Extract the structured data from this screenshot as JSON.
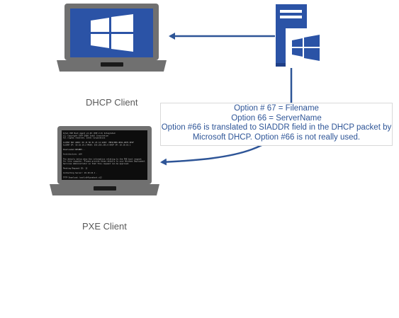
{
  "labels": {
    "dhcp_client": "DHCP Client",
    "pxe_client": "PXE Client"
  },
  "options": [
    "Option # 67 = Filename",
    "Option 66 = ServerName",
    "Option #66 is translated to SIADDR field in the DHCP packet by",
    "Microsoft DHCP. Option #66 is not really used."
  ],
  "terminal_lines": [
    "Intel PXE Boot Agent v2.40 (PXE 2.0) Integrated",
    "(C) Copyright 1997-2000 Intel Corporation",
    "All rights reserved. Intel Corporation",
    "",
    "CLIENT MAC ADDR: 00 15 5D 01 A5 12  GUID: 7BE2C0B0-4D9A-4B7D-9E4F",
    "CLIENT IP: 10.10.10.2  MASK: 255.255.255.0  DHCP IP: 10.10.10.1",
    "",
    "Downloaded WDSNBP...",
    "",
    "Architecture: x64",
    "",
    "The details below show the information relating to the PXE boot request",
    "for this computer. Please provide these details to your Windows Deployment",
    "Services Administrator so that this request can be approved.",
    "",
    "Pending Request ID: 12",
    "",
    "Contacting Server: 10.10.10.1 .",
    "",
    "TFTP Download: boot\\x64\\pxeboot.n12"
  ],
  "icons": {
    "dhcp_client": "windows-laptop-icon",
    "server": "windows-server-icon",
    "pxe_client": "terminal-laptop-icon"
  },
  "colors": {
    "laptop_frame": "#707070",
    "windows_screen": "#2b53a6",
    "server_body": "#2b53a6",
    "arrow": "#2e5597",
    "label_text": "#595959",
    "option_text": "#2e5597"
  }
}
